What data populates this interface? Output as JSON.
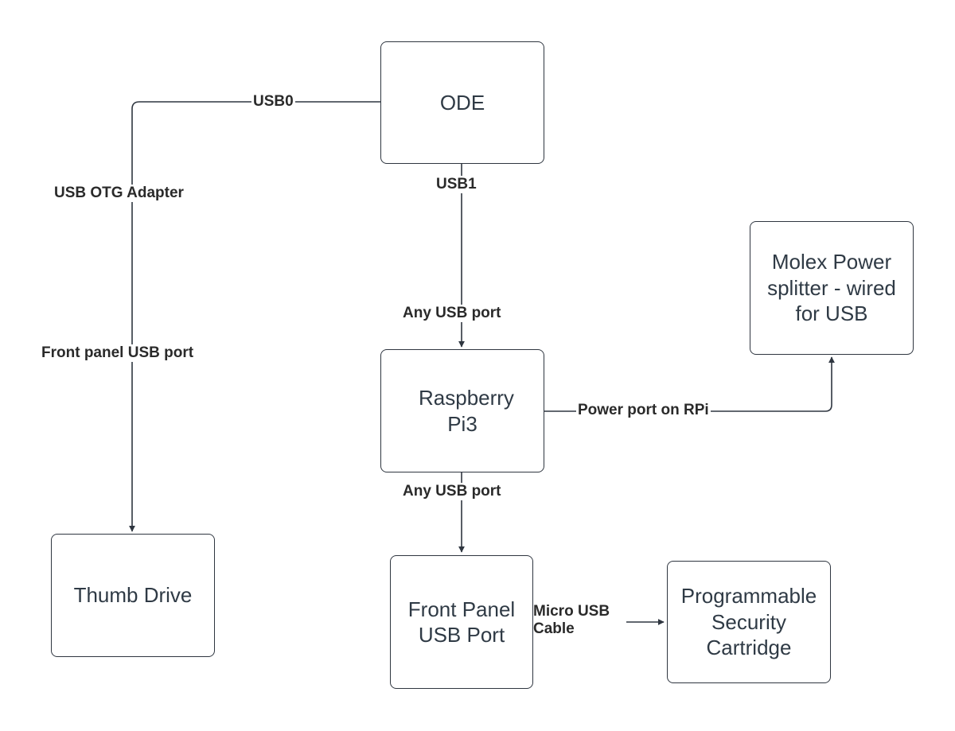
{
  "colors": {
    "line": "#2f3640",
    "node_text": "#2f3a45",
    "label_text": "#2a2a2a",
    "background": "#ffffff"
  },
  "nodes": {
    "ode": "ODE",
    "raspberry_pi": "Raspberry Pi3",
    "molex": "Molex Power splitter - wired for USB",
    "thumb_drive": "Thumb Drive",
    "front_panel": "Front Panel USB Port",
    "security_cartridge": "Programmable Security Cartridge"
  },
  "edges": [
    {
      "from": "ode",
      "to": "thumb_drive",
      "labels": [
        "USB0",
        "USB OTG Adapter",
        "Front panel USB port"
      ]
    },
    {
      "from": "ode",
      "to": "raspberry_pi",
      "labels": [
        "USB1",
        "Any USB port"
      ]
    },
    {
      "from": "raspberry_pi",
      "to": "molex",
      "labels": [
        "Power port on RPi"
      ]
    },
    {
      "from": "raspberry_pi",
      "to": "front_panel",
      "labels": [
        "Any USB port"
      ]
    },
    {
      "from": "front_panel",
      "to": "security_cartridge",
      "labels": [
        "Micro USB Cable"
      ]
    }
  ]
}
